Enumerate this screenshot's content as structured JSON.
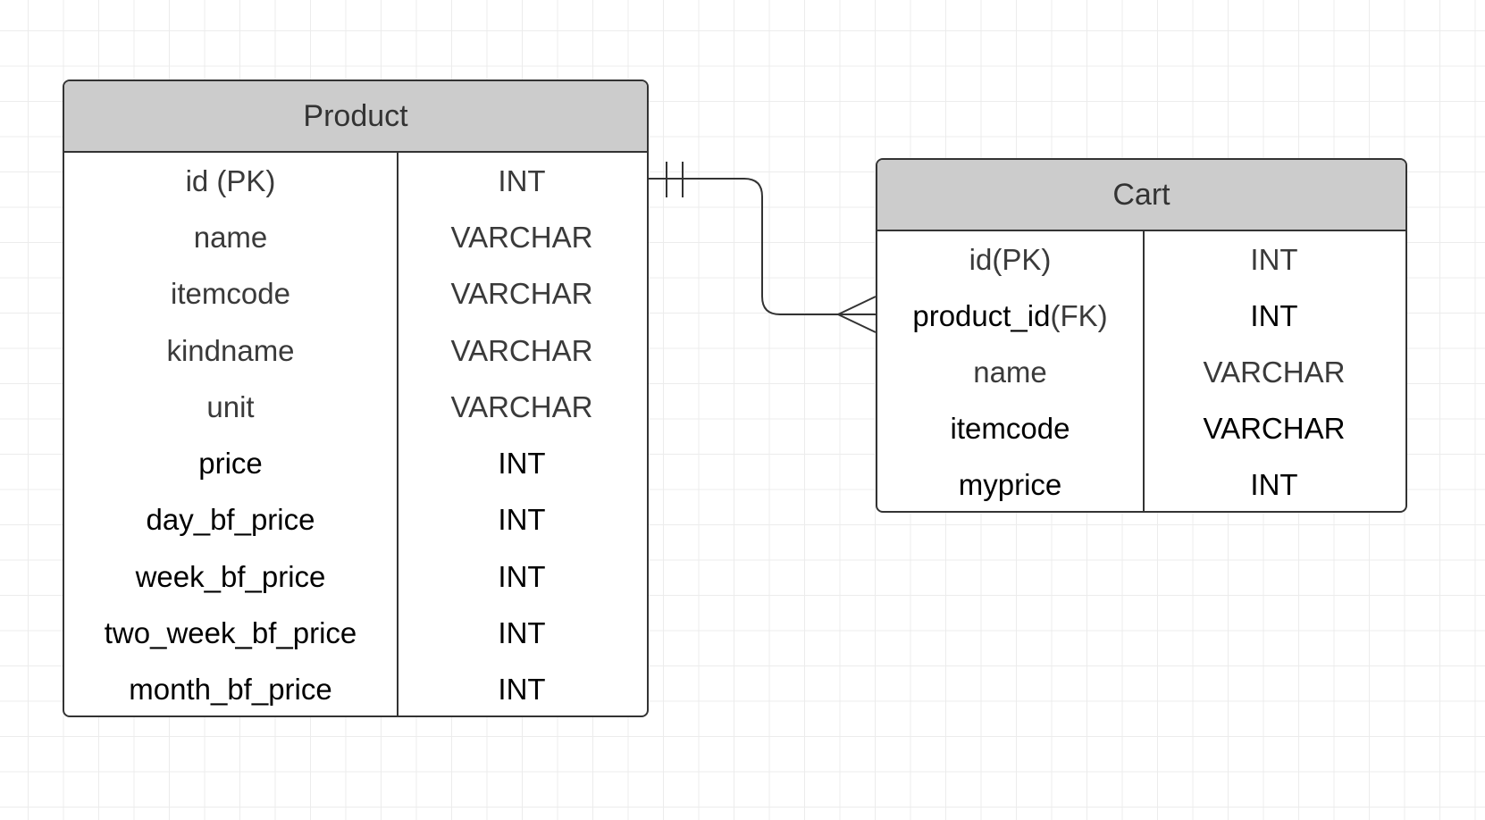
{
  "entities": {
    "product": {
      "title": "Product",
      "rows": [
        {
          "name": "id (PK)",
          "type": "INT"
        },
        {
          "name": "name",
          "type": "VARCHAR"
        },
        {
          "name": "itemcode",
          "type": "VARCHAR"
        },
        {
          "name": "kindname",
          "type": "VARCHAR"
        },
        {
          "name": "unit",
          "type": "VARCHAR"
        },
        {
          "name": "price",
          "type": "INT"
        },
        {
          "name": "day_bf_price",
          "type": "INT"
        },
        {
          "name": "week_bf_price",
          "type": "INT"
        },
        {
          "name": "two_week_bf_price",
          "type": "INT"
        },
        {
          "name": "month_bf_price",
          "type": "INT"
        }
      ]
    },
    "cart": {
      "title": "Cart",
      "rows": [
        {
          "name": "id(PK)",
          "type": "INT"
        },
        {
          "name_main": "product_id",
          "name_suffix": "(FK)",
          "type": "INT"
        },
        {
          "name": "name",
          "type": "VARCHAR"
        },
        {
          "name": "itemcode",
          "type": "VARCHAR"
        },
        {
          "name": "myprice",
          "type": "INT"
        }
      ]
    }
  },
  "relationship": {
    "from": "Product",
    "to": "Cart",
    "from_cardinality": "one-and-only-one",
    "to_cardinality": "many",
    "color": "#333333"
  },
  "colors": {
    "header_fill": "#cccccc",
    "border": "#333333",
    "grid": "#ececec",
    "background": "#ffffff"
  }
}
